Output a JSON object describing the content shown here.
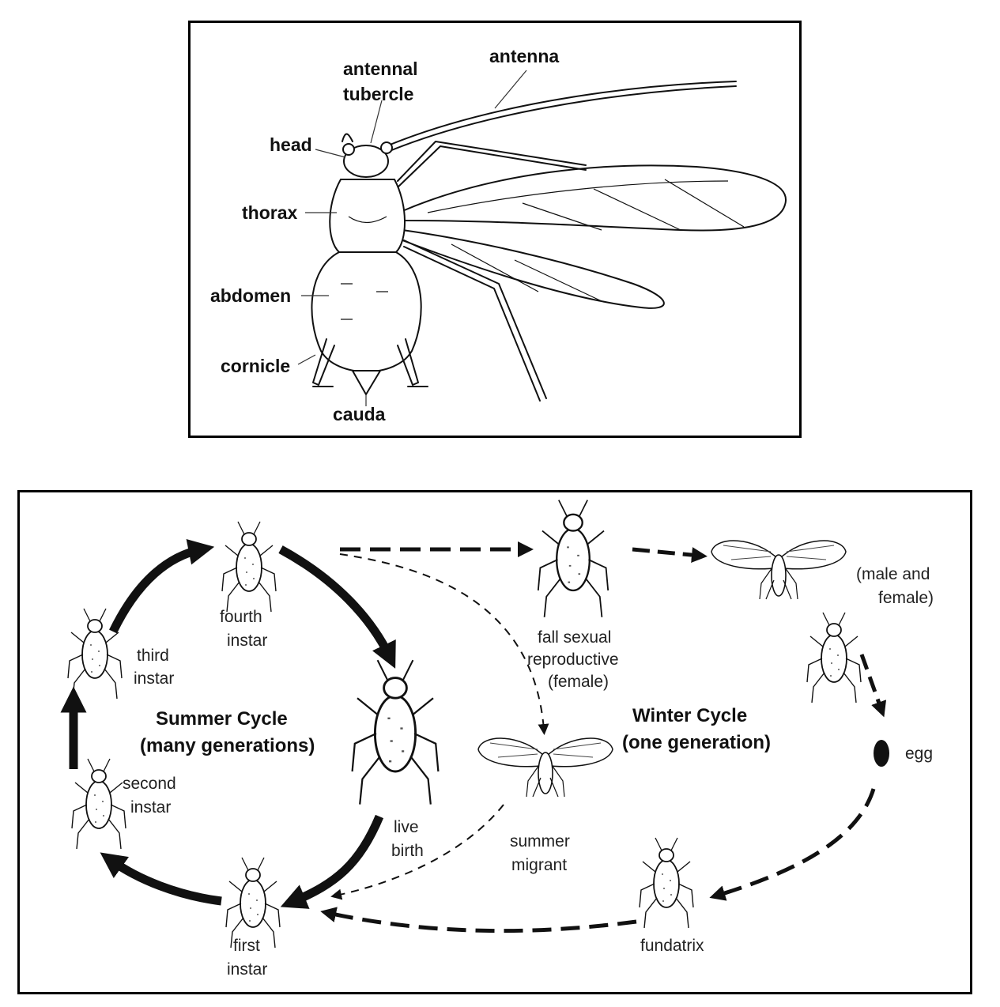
{
  "anatomy": {
    "labels": {
      "antenna": "antenna",
      "antennal_tubercle_1": "antennal",
      "antennal_tubercle_2": "tubercle",
      "head": "head",
      "thorax": "thorax",
      "abdomen": "abdomen",
      "cornicle": "cornicle",
      "cauda": "cauda"
    }
  },
  "lifecycle": {
    "summer_title": "Summer Cycle",
    "summer_subtitle": "(many generations)",
    "winter_title": "Winter Cycle",
    "winter_subtitle": "(one generation)",
    "stages": {
      "fourth_1": "fourth",
      "fourth_2": "instar",
      "third_1": "third",
      "third_2": "instar",
      "second_1": "second",
      "second_2": "instar",
      "first_1": "first",
      "first_2": "instar",
      "live_1": "live",
      "live_2": "birth",
      "migrant_1": "summer",
      "migrant_2": "migrant",
      "fall_1": "fall sexual",
      "fall_2": "reproductive",
      "fall_3": "(female)",
      "male_1": "(male and",
      "male_2": "female)",
      "egg": "egg",
      "fundatrix": "fundatrix"
    }
  }
}
